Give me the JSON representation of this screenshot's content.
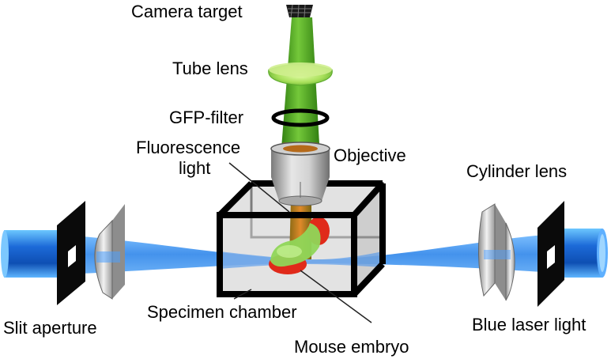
{
  "labels": {
    "camera_target": "Camera target",
    "tube_lens": "Tube lens",
    "gfp_filter": "GFP-filter",
    "fluorescence_line1": "Fluorescence",
    "fluorescence_line2": "light",
    "objective": "Objective",
    "cylinder_lens": "Cylinder lens",
    "slit_aperture": "Slit aperture",
    "specimen_chamber": "Specimen chamber",
    "blue_laser_light": "Blue laser light",
    "mouse_embryo": "Mouse embryo"
  },
  "colors": {
    "laser_blue": "#1f6fd6",
    "laser_light_blue": "#7fc3ff",
    "fluorescence_green": "#4aa01e",
    "fluorescence_light_green": "#b6e86a",
    "fluorescence_orange": "#d9862a",
    "embryo_red": "#e02a1a",
    "objective_gray": "#b9b9b9",
    "frame_black": "#000000"
  }
}
